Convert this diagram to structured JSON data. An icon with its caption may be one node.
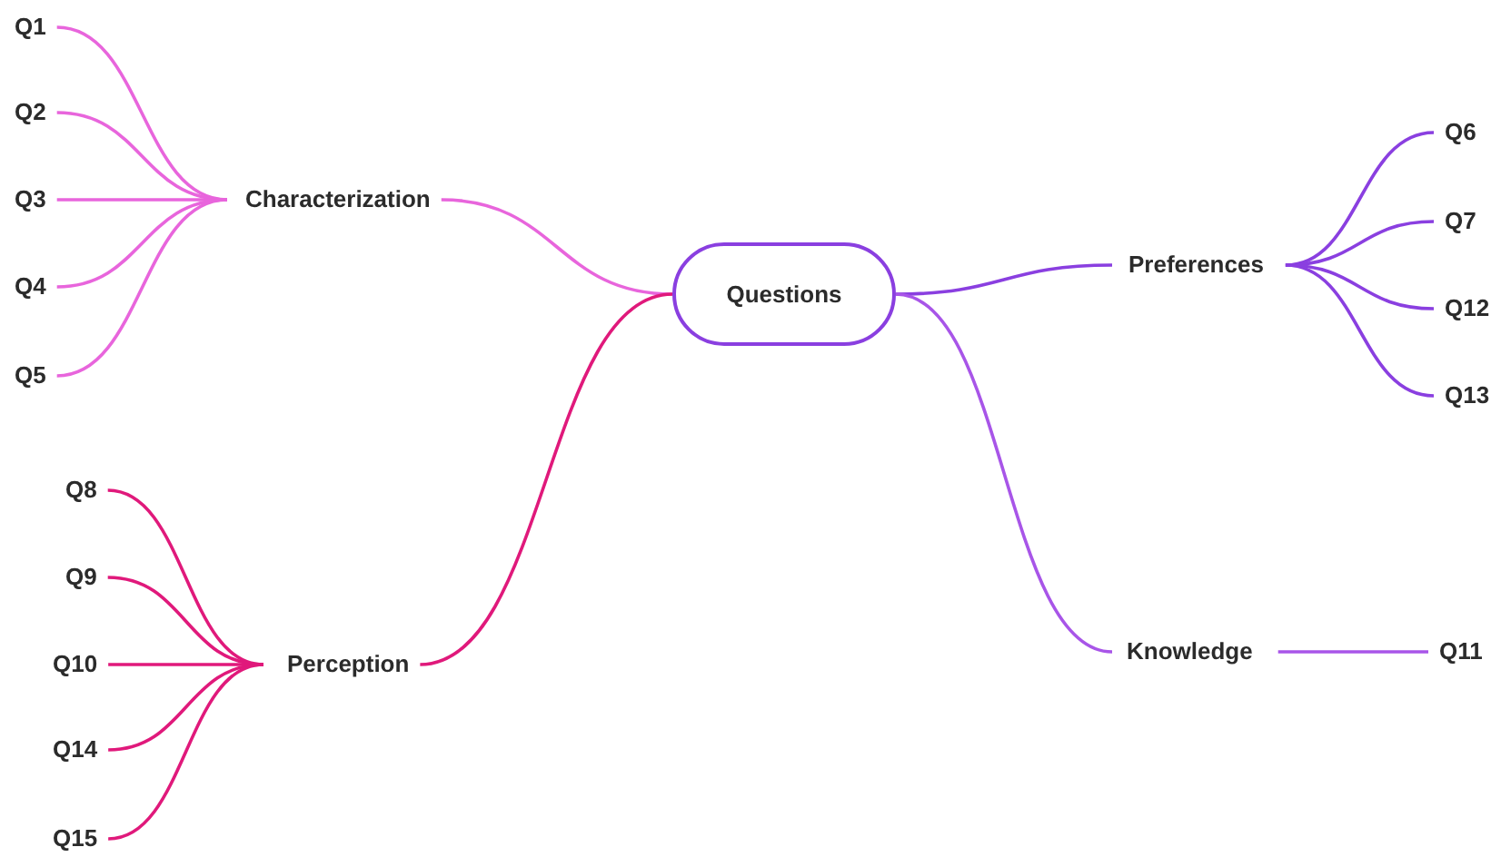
{
  "diagram": {
    "nodes": [
      {
        "text": [
          "Questions"
        ]
      },
      {
        "text": [
          "Characterization"
        ]
      },
      {
        "text": [
          "Perception"
        ]
      },
      {
        "text": [
          "Preferences"
        ]
      },
      {
        "text": [
          "Knowledge"
        ]
      },
      {
        "text": [
          "Q1"
        ]
      },
      {
        "text": [
          "Q2"
        ]
      },
      {
        "text": [
          "Q3"
        ]
      },
      {
        "text": [
          "Q4"
        ]
      },
      {
        "text": [
          "Q5"
        ]
      },
      {
        "text": [
          "Q8"
        ]
      },
      {
        "text": [
          "Q9"
        ]
      },
      {
        "text": [
          "Q10"
        ]
      },
      {
        "text": [
          "Q14"
        ]
      },
      {
        "text": [
          "Q15"
        ]
      },
      {
        "text": [
          "Q6"
        ]
      },
      {
        "text": [
          "Q7"
        ]
      },
      {
        "text": [
          "Q12"
        ]
      },
      {
        "text": [
          "Q13"
        ]
      },
      {
        "text": [
          "Q11"
        ]
      }
    ],
    "edges": [
      {
        "from": 0,
        "to": 1,
        "arrow": "none",
        "color": "#e865dc"
      },
      {
        "from": 0,
        "to": 2,
        "arrow": "none",
        "color": "#e0197b"
      },
      {
        "from": 0,
        "to": 3,
        "arrow": "none",
        "color": "#8a3fe0"
      },
      {
        "from": 0,
        "to": 4,
        "arrow": "none",
        "color": "#a855e8"
      },
      {
        "from": 1,
        "to": 5,
        "arrow": "none",
        "color": "#e865dc"
      },
      {
        "from": 1,
        "to": 6,
        "arrow": "none",
        "color": "#e865dc"
      },
      {
        "from": 1,
        "to": 7,
        "arrow": "none",
        "color": "#e865dc"
      },
      {
        "from": 1,
        "to": 8,
        "arrow": "none",
        "color": "#e865dc"
      },
      {
        "from": 1,
        "to": 9,
        "arrow": "none",
        "color": "#e865dc"
      },
      {
        "from": 2,
        "to": 10,
        "arrow": "none",
        "color": "#e0197b"
      },
      {
        "from": 2,
        "to": 11,
        "arrow": "none",
        "color": "#e0197b"
      },
      {
        "from": 2,
        "to": 12,
        "arrow": "none",
        "color": "#e0197b"
      },
      {
        "from": 2,
        "to": 13,
        "arrow": "none",
        "color": "#e0197b"
      },
      {
        "from": 2,
        "to": 14,
        "arrow": "none",
        "color": "#e0197b"
      },
      {
        "from": 3,
        "to": 15,
        "arrow": "none",
        "color": "#8a3fe0"
      },
      {
        "from": 3,
        "to": 16,
        "arrow": "none",
        "color": "#8a3fe0"
      },
      {
        "from": 3,
        "to": 17,
        "arrow": "none",
        "color": "#8a3fe0"
      },
      {
        "from": 3,
        "to": 18,
        "arrow": "none",
        "color": "#8a3fe0"
      },
      {
        "from": 4,
        "to": 19,
        "arrow": "none",
        "color": "#a855e8"
      }
    ]
  }
}
